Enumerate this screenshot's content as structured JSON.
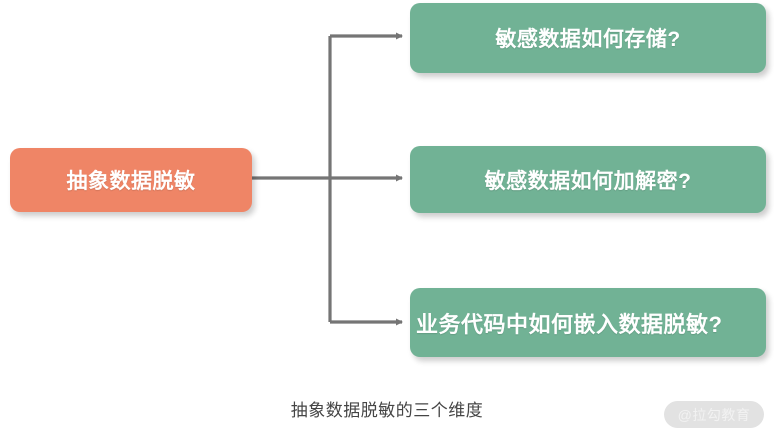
{
  "diagram": {
    "root": {
      "label": "抽象数据脱敏",
      "color": "#ef8566",
      "text_color": "#ffffff"
    },
    "branches": [
      {
        "label": "敏感数据如何存储?",
        "color": "#71b295",
        "text_color": "#ffffff"
      },
      {
        "label": "敏感数据如何加解密?",
        "color": "#71b295",
        "text_color": "#ffffff"
      },
      {
        "label": "业务代码中如何嵌入数据脱敏?",
        "color": "#71b295",
        "text_color": "#ffffff"
      }
    ],
    "connector_color": "#757575",
    "caption": "抽象数据脱敏的三个维度"
  },
  "watermark": {
    "label": "@拉勾教育"
  }
}
